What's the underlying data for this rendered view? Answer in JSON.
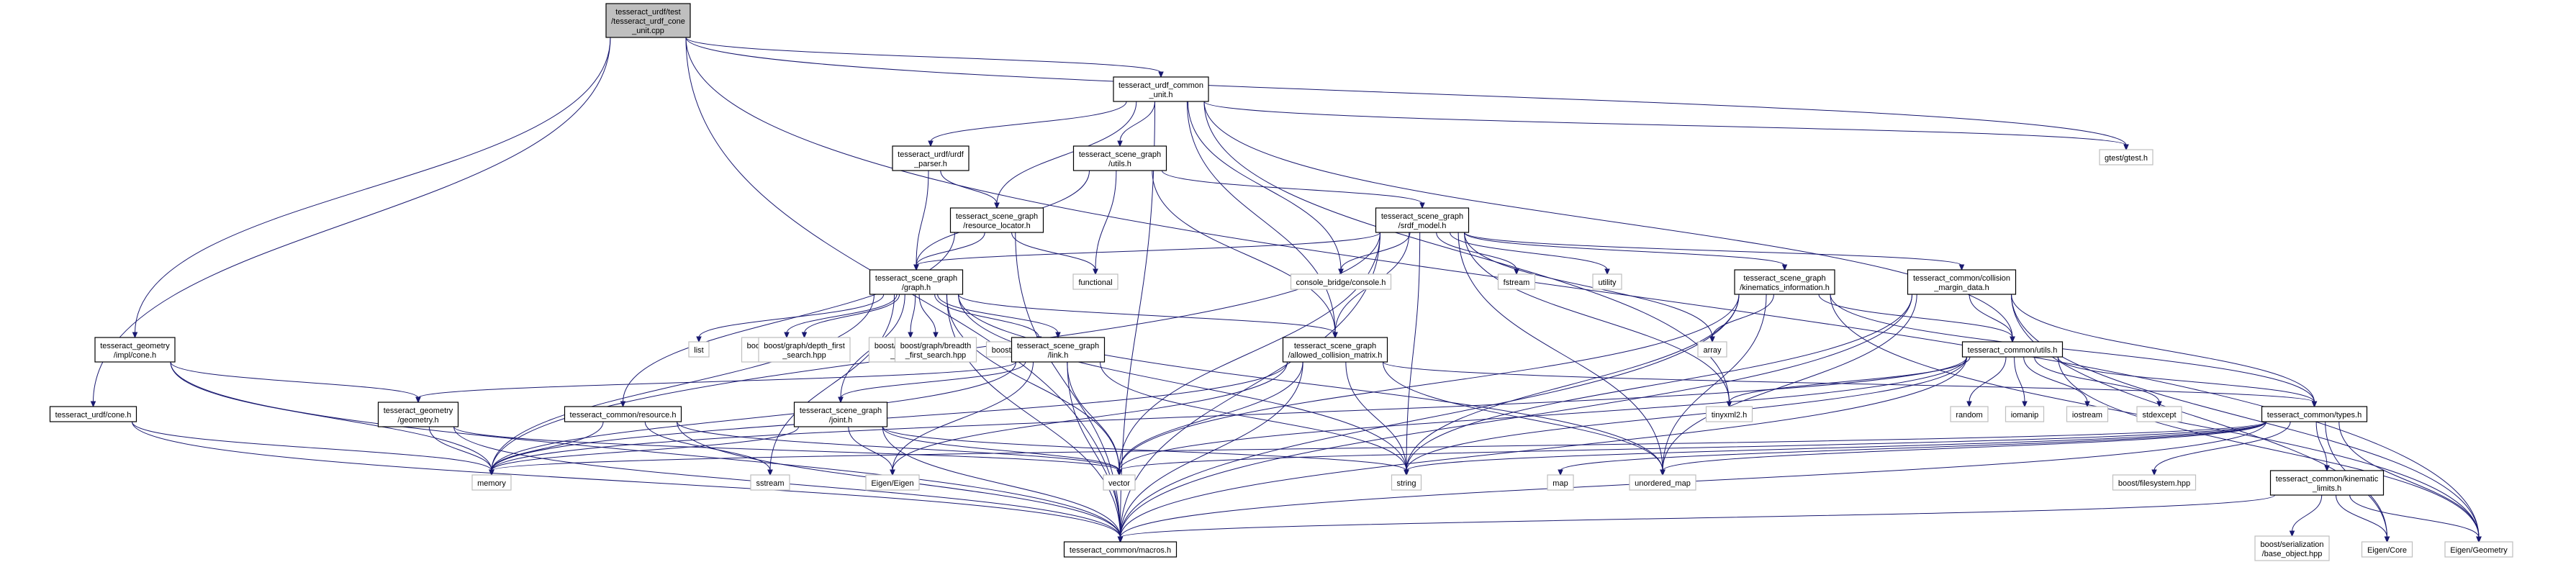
{
  "diagram": {
    "type": "include-dependency-graph",
    "colors": {
      "edge": "#191970",
      "root_fill": "#bfbfbf",
      "border": "#000000",
      "external_border": "#bfbfbf"
    },
    "nodes": [
      {
        "id": "root",
        "lines": [
          "tesseract_urdf/test",
          "/tesseract_urdf_cone",
          "_unit.cpp"
        ],
        "kind": "root"
      },
      {
        "id": "common_unit",
        "lines": [
          "tesseract_urdf_common",
          "_unit.h"
        ],
        "kind": "local"
      },
      {
        "id": "gtest",
        "lines": [
          "gtest/gtest.h"
        ],
        "kind": "external"
      },
      {
        "id": "urdf_parser",
        "lines": [
          "tesseract_urdf/urdf",
          "_parser.h"
        ],
        "kind": "local"
      },
      {
        "id": "sg_utils",
        "lines": [
          "tesseract_scene_graph",
          "/utils.h"
        ],
        "kind": "local"
      },
      {
        "id": "srdf_model",
        "lines": [
          "tesseract_scene_graph",
          "/srdf_model.h"
        ],
        "kind": "local"
      },
      {
        "id": "resource_locator",
        "lines": [
          "tesseract_scene_graph",
          "/resource_locator.h"
        ],
        "kind": "local"
      },
      {
        "id": "functional",
        "lines": [
          "functional"
        ],
        "kind": "external"
      },
      {
        "id": "console",
        "lines": [
          "console_bridge/console.h"
        ],
        "kind": "external"
      },
      {
        "id": "fstream",
        "lines": [
          "fstream"
        ],
        "kind": "external"
      },
      {
        "id": "utility",
        "lines": [
          "utility"
        ],
        "kind": "external"
      },
      {
        "id": "kin_info",
        "lines": [
          "tesseract_scene_graph",
          "/kinematics_information.h"
        ],
        "kind": "local"
      },
      {
        "id": "collision_margin",
        "lines": [
          "tesseract_common/collision",
          "_margin_data.h"
        ],
        "kind": "local"
      },
      {
        "id": "graph",
        "lines": [
          "tesseract_scene_graph",
          "/graph.h"
        ],
        "kind": "local"
      },
      {
        "id": "geom_cone",
        "lines": [
          "tesseract_geometry",
          "/impl/cone.h"
        ],
        "kind": "local"
      },
      {
        "id": "list",
        "lines": [
          "list"
        ],
        "kind": "external"
      },
      {
        "id": "adjacency",
        "lines": [
          "boost/graph/adjacency",
          "_list.hpp"
        ],
        "kind": "external"
      },
      {
        "id": "directed",
        "lines": [
          "boost/graph/directed",
          "_graph.hpp"
        ],
        "kind": "external"
      },
      {
        "id": "properties",
        "lines": [
          "boost/graph/properties.hpp"
        ],
        "kind": "external"
      },
      {
        "id": "depth_first",
        "lines": [
          "boost/graph/depth_first",
          "_search.hpp"
        ],
        "kind": "external"
      },
      {
        "id": "breadth_first",
        "lines": [
          "boost/graph/breadth",
          "_first_search.hpp"
        ],
        "kind": "external"
      },
      {
        "id": "link",
        "lines": [
          "tesseract_scene_graph",
          "/link.h"
        ],
        "kind": "local"
      },
      {
        "id": "acm",
        "lines": [
          "tesseract_scene_graph",
          "/allowed_collision_matrix.h"
        ],
        "kind": "local"
      },
      {
        "id": "array",
        "lines": [
          "array"
        ],
        "kind": "external"
      },
      {
        "id": "common_utils",
        "lines": [
          "tesseract_common/utils.h"
        ],
        "kind": "local"
      },
      {
        "id": "urdf_cone",
        "lines": [
          "tesseract_urdf/cone.h"
        ],
        "kind": "local"
      },
      {
        "id": "geometry",
        "lines": [
          "tesseract_geometry",
          "/geometry.h"
        ],
        "kind": "local"
      },
      {
        "id": "resource",
        "lines": [
          "tesseract_common/resource.h"
        ],
        "kind": "local"
      },
      {
        "id": "joint",
        "lines": [
          "tesseract_scene_graph",
          "/joint.h"
        ],
        "kind": "local"
      },
      {
        "id": "tinyxml2",
        "lines": [
          "tinyxml2.h"
        ],
        "kind": "external"
      },
      {
        "id": "random",
        "lines": [
          "random"
        ],
        "kind": "external"
      },
      {
        "id": "iomanip",
        "lines": [
          "iomanip"
        ],
        "kind": "external"
      },
      {
        "id": "iostream",
        "lines": [
          "iostream"
        ],
        "kind": "external"
      },
      {
        "id": "stdexcept",
        "lines": [
          "stdexcept"
        ],
        "kind": "external"
      },
      {
        "id": "types",
        "lines": [
          "tesseract_common/types.h"
        ],
        "kind": "local"
      },
      {
        "id": "memory",
        "lines": [
          "memory"
        ],
        "kind": "external"
      },
      {
        "id": "sstream",
        "lines": [
          "sstream"
        ],
        "kind": "external"
      },
      {
        "id": "eigen",
        "lines": [
          "Eigen/Eigen"
        ],
        "kind": "external"
      },
      {
        "id": "vector",
        "lines": [
          "vector"
        ],
        "kind": "external"
      },
      {
        "id": "string",
        "lines": [
          "string"
        ],
        "kind": "external"
      },
      {
        "id": "map",
        "lines": [
          "map"
        ],
        "kind": "external"
      },
      {
        "id": "unordered_map",
        "lines": [
          "unordered_map"
        ],
        "kind": "external"
      },
      {
        "id": "filesystem",
        "lines": [
          "boost/filesystem.hpp"
        ],
        "kind": "external"
      },
      {
        "id": "kin_limits",
        "lines": [
          "tesseract_common/kinematic",
          "_limits.h"
        ],
        "kind": "local"
      },
      {
        "id": "macros",
        "lines": [
          "tesseract_common/macros.h"
        ],
        "kind": "local"
      },
      {
        "id": "serialization",
        "lines": [
          "boost/serialization",
          "/base_object.hpp"
        ],
        "kind": "external"
      },
      {
        "id": "eigen_core",
        "lines": [
          "Eigen/Core"
        ],
        "kind": "external"
      },
      {
        "id": "eigen_geometry",
        "lines": [
          "Eigen/Geometry"
        ],
        "kind": "external"
      }
    ],
    "edges": [
      [
        "root",
        "common_unit"
      ],
      [
        "root",
        "gtest"
      ],
      [
        "root",
        "geom_cone"
      ],
      [
        "root",
        "urdf_cone"
      ],
      [
        "root",
        "macros"
      ],
      [
        "root",
        "eigen_geometry"
      ],
      [
        "common_unit",
        "gtest"
      ],
      [
        "common_unit",
        "urdf_parser"
      ],
      [
        "common_unit",
        "sg_utils"
      ],
      [
        "common_unit",
        "resource_locator"
      ],
      [
        "common_unit",
        "console"
      ],
      [
        "common_unit",
        "acm"
      ],
      [
        "common_unit",
        "common_utils"
      ],
      [
        "common_unit",
        "tinyxml2"
      ],
      [
        "common_unit",
        "macros"
      ],
      [
        "urdf_parser",
        "graph"
      ],
      [
        "urdf_parser",
        "resource_locator"
      ],
      [
        "sg_utils",
        "graph"
      ],
      [
        "sg_utils",
        "acm"
      ],
      [
        "sg_utils",
        "functional"
      ],
      [
        "sg_utils",
        "srdf_model"
      ],
      [
        "resource_locator",
        "graph"
      ],
      [
        "resource_locator",
        "functional"
      ],
      [
        "resource_locator",
        "resource"
      ],
      [
        "resource_locator",
        "macros"
      ],
      [
        "srdf_model",
        "graph"
      ],
      [
        "srdf_model",
        "console"
      ],
      [
        "srdf_model",
        "fstream"
      ],
      [
        "srdf_model",
        "utility"
      ],
      [
        "srdf_model",
        "array"
      ],
      [
        "srdf_model",
        "kin_info"
      ],
      [
        "srdf_model",
        "collision_margin"
      ],
      [
        "srdf_model",
        "acm"
      ],
      [
        "srdf_model",
        "tinyxml2"
      ],
      [
        "srdf_model",
        "vector"
      ],
      [
        "srdf_model",
        "string"
      ],
      [
        "srdf_model",
        "unordered_map"
      ],
      [
        "srdf_model",
        "macros"
      ],
      [
        "srdf_model",
        "memory"
      ],
      [
        "kin_info",
        "array"
      ],
      [
        "kin_info",
        "common_utils"
      ],
      [
        "kin_info",
        "types"
      ],
      [
        "kin_info",
        "eigen_geometry"
      ],
      [
        "kin_info",
        "vector"
      ],
      [
        "kin_info",
        "string"
      ],
      [
        "kin_info",
        "unordered_map"
      ],
      [
        "kin_info",
        "macros"
      ],
      [
        "collision_margin",
        "common_utils"
      ],
      [
        "collision_margin",
        "types"
      ],
      [
        "collision_margin",
        "eigen_core"
      ],
      [
        "collision_margin",
        "eigen_geometry"
      ],
      [
        "collision_margin",
        "macros"
      ],
      [
        "collision_margin",
        "unordered_map"
      ],
      [
        "collision_margin",
        "string"
      ],
      [
        "graph",
        "list"
      ],
      [
        "graph",
        "adjacency"
      ],
      [
        "graph",
        "directed"
      ],
      [
        "graph",
        "properties"
      ],
      [
        "graph",
        "depth_first"
      ],
      [
        "graph",
        "breadth_first"
      ],
      [
        "graph",
        "link"
      ],
      [
        "graph",
        "acm"
      ],
      [
        "graph",
        "joint"
      ],
      [
        "graph",
        "vector"
      ],
      [
        "graph",
        "string"
      ],
      [
        "graph",
        "unordered_map"
      ],
      [
        "graph",
        "macros"
      ],
      [
        "graph",
        "memory"
      ],
      [
        "graph",
        "sstream"
      ],
      [
        "link",
        "geometry"
      ],
      [
        "link",
        "joint"
      ],
      [
        "link",
        "eigen"
      ],
      [
        "link",
        "vector"
      ],
      [
        "link",
        "string"
      ],
      [
        "link",
        "memory"
      ],
      [
        "link",
        "macros"
      ],
      [
        "acm",
        "types"
      ],
      [
        "acm",
        "eigen"
      ],
      [
        "acm",
        "vector"
      ],
      [
        "acm",
        "string"
      ],
      [
        "acm",
        "unordered_map"
      ],
      [
        "acm",
        "macros"
      ],
      [
        "acm",
        "memory"
      ],
      [
        "common_utils",
        "tinyxml2"
      ],
      [
        "common_utils",
        "random"
      ],
      [
        "common_utils",
        "iomanip"
      ],
      [
        "common_utils",
        "iostream"
      ],
      [
        "common_utils",
        "stdexcept"
      ],
      [
        "common_utils",
        "types"
      ],
      [
        "common_utils",
        "vector"
      ],
      [
        "common_utils",
        "string"
      ],
      [
        "common_utils",
        "memory"
      ],
      [
        "common_utils",
        "eigen_geometry"
      ],
      [
        "common_utils",
        "macros"
      ],
      [
        "geom_cone",
        "geometry"
      ],
      [
        "geom_cone",
        "memory"
      ],
      [
        "geom_cone",
        "macros"
      ],
      [
        "urdf_cone",
        "memory"
      ],
      [
        "urdf_cone",
        "macros"
      ],
      [
        "geometry",
        "memory"
      ],
      [
        "geometry",
        "vector"
      ],
      [
        "geometry",
        "macros"
      ],
      [
        "resource",
        "memory"
      ],
      [
        "resource",
        "vector"
      ],
      [
        "resource",
        "sstream"
      ],
      [
        "resource",
        "macros"
      ],
      [
        "joint",
        "eigen"
      ],
      [
        "joint",
        "string"
      ],
      [
        "joint",
        "vector"
      ],
      [
        "joint",
        "memory"
      ],
      [
        "joint",
        "macros"
      ],
      [
        "types",
        "vector"
      ],
      [
        "types",
        "string"
      ],
      [
        "types",
        "map"
      ],
      [
        "types",
        "unordered_map"
      ],
      [
        "types",
        "memory"
      ],
      [
        "types",
        "filesystem"
      ],
      [
        "types",
        "kin_limits"
      ],
      [
        "types",
        "eigen_core"
      ],
      [
        "types",
        "eigen_geometry"
      ],
      [
        "types",
        "macros"
      ],
      [
        "kin_limits",
        "serialization"
      ],
      [
        "kin_limits",
        "eigen_core"
      ],
      [
        "kin_limits",
        "eigen_geometry"
      ],
      [
        "kin_limits",
        "macros"
      ]
    ]
  }
}
